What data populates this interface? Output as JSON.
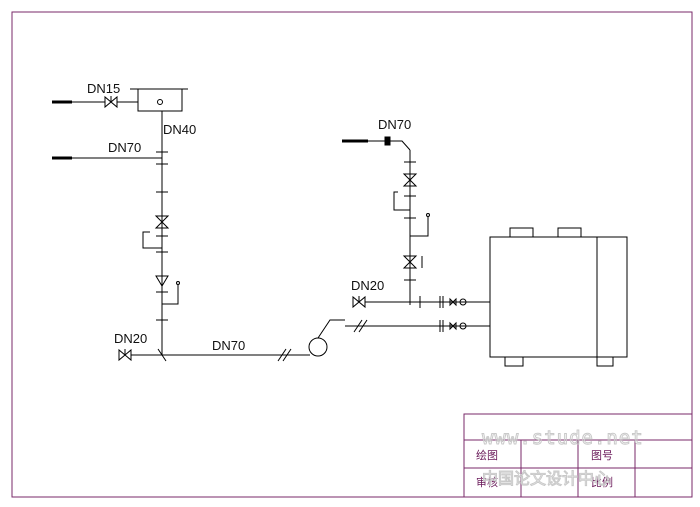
{
  "labels": {
    "dn15_top": "DN15",
    "dn40": "DN40",
    "dn70_left": "DN70",
    "dn20_left": "DN20",
    "dn70_bottom": "DN70",
    "dn70_right": "DN70",
    "dn20_right": "DN20"
  },
  "title_block": {
    "drawn_by": "绘图",
    "reviewed_by": "审核",
    "drawing_no": "图号",
    "scale": "比例"
  },
  "watermark": {
    "url": "www.stude.net",
    "cn": "中国论文设计中心"
  },
  "colors": {
    "line": "#000000",
    "frame": "#7a2a6a",
    "title_text": "#6a1a5a",
    "watermark": "#c9c9c9"
  }
}
